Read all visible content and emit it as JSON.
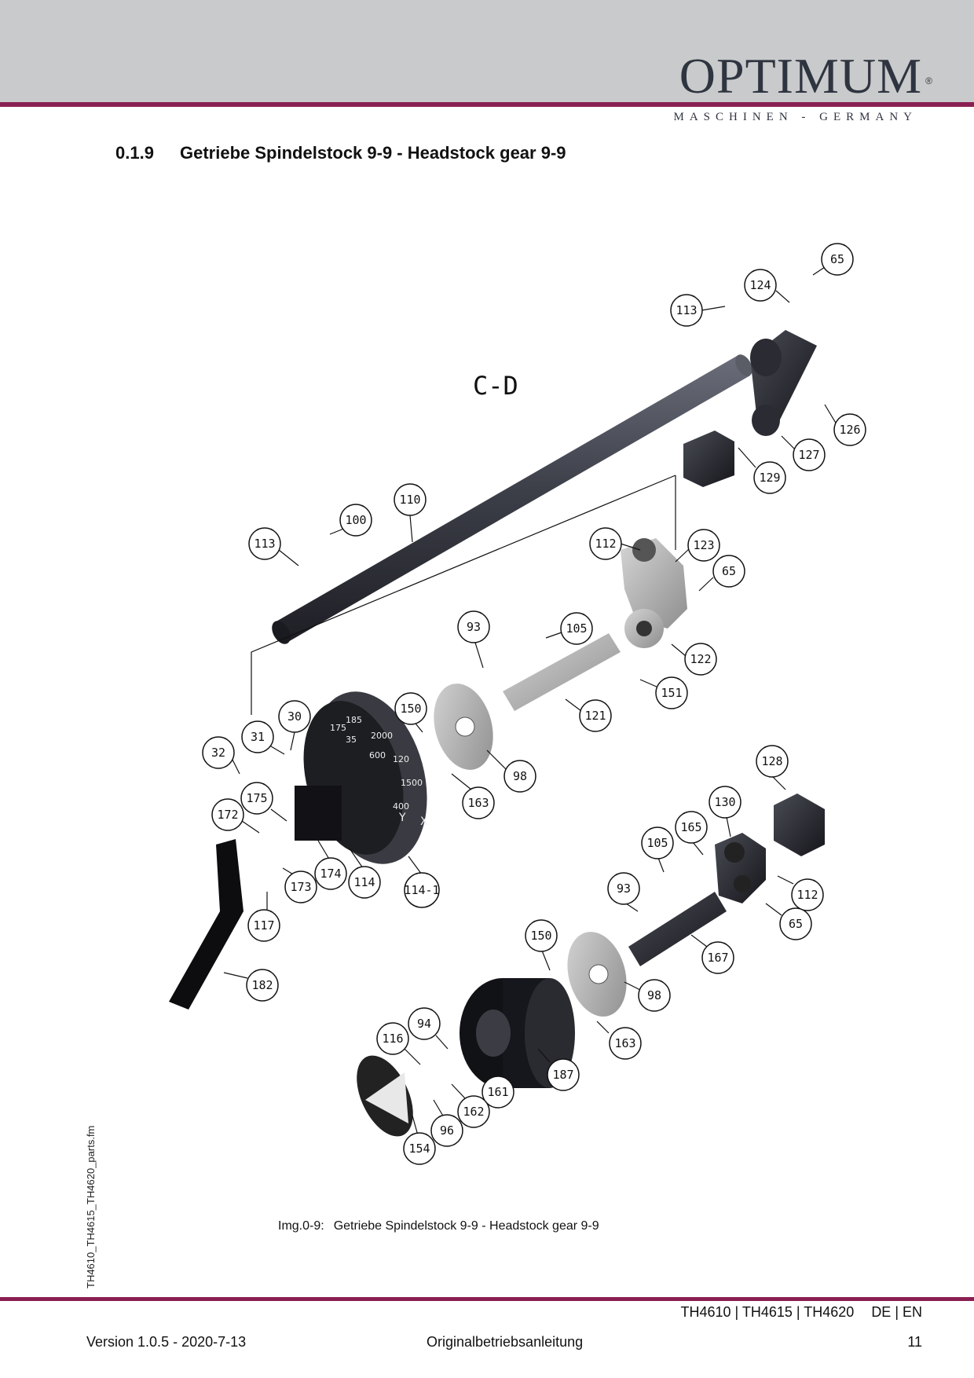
{
  "header": {
    "logo_text": "OPTIMUM",
    "logo_registered": "®",
    "logo_subtitle": "MASCHINEN - GERMANY"
  },
  "section": {
    "number": "0.1.9",
    "title": "Getriebe Spindelstock 9-9 - Headstock gear 9-9"
  },
  "drawing": {
    "view_label": "C-D",
    "dial_numbers": [
      "1500",
      "400",
      "120",
      "2000",
      "600",
      "35",
      "185",
      "175"
    ],
    "dial_letters": [
      "X",
      "Y"
    ],
    "callouts": [
      "65",
      "124",
      "113",
      "126",
      "127",
      "129",
      "110",
      "100",
      "113",
      "112",
      "123",
      "65",
      "93",
      "105",
      "122",
      "151",
      "150",
      "30",
      "31",
      "32",
      "121",
      "98",
      "163",
      "128",
      "175",
      "172",
      "174",
      "114",
      "114-1",
      "173",
      "117",
      "182",
      "130",
      "165",
      "105",
      "93",
      "112",
      "65",
      "150",
      "167",
      "98",
      "94",
      "116",
      "163",
      "187",
      "161",
      "162",
      "96",
      "154"
    ]
  },
  "caption": {
    "label": "Img.0-9:",
    "text": "Getriebe Spindelstock 9-9 - Headstock gear 9-9"
  },
  "side_filename": "TH4610_TH4615_TH4620_parts.fm",
  "footer": {
    "models": "TH4610 | TH4615 | TH4620",
    "language": "DE | EN",
    "version": "Version 1.0.5 - 2020-7-13",
    "document": "Originalbetriebsanleitung",
    "page": "11"
  }
}
